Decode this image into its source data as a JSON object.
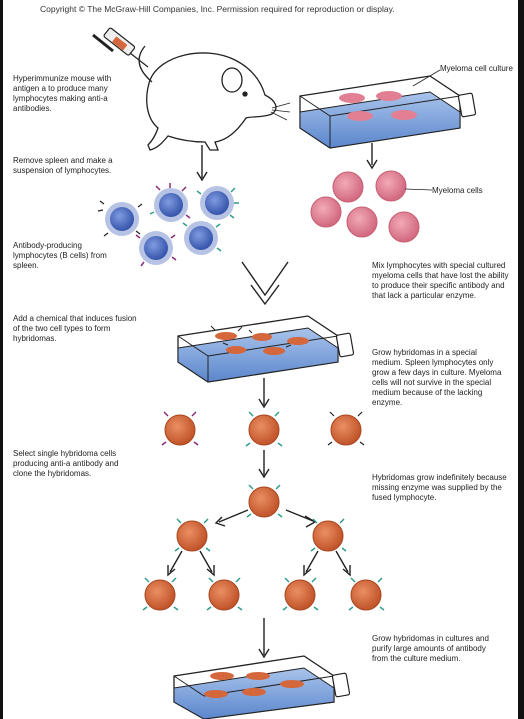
{
  "copyright": "Copyright © The McGraw-Hill Companies, Inc. Permission required for reproduction or display.",
  "steps": {
    "hyperimmunize": "Hyperimmunize mouse with antigen a to produce many lymphocytes making anti-a antibodies.",
    "remove_spleen": "Remove spleen and make a suspension of lymphocytes.",
    "b_cells": "Antibody-producing lymphocytes (B cells) from spleen.",
    "mix": "Mix lymphocytes with special cultured myeloma cells that have lost the ability to produce their specific antibody and that lack a particular enzyme.",
    "add_chemical": "Add a chemical that induces fusion of the two cell types to form hybridomas.",
    "grow_special": "Grow hybridomas in a special medium. Spleen lymphocytes only grow a few days in culture. Myeloma cells will not survive in the special medium because of the lacking enzyme.",
    "select_clone": "Select single hybridoma cells producing anti-a antibody and clone the hybridomas.",
    "grow_indefinitely": "Hybridomas grow indefinitely because missing enzyme was supplied by the fused lymphocyte.",
    "purify": "Grow hybridomas in cultures and purify large amounts of antibody from the culture medium."
  },
  "labels": {
    "myeloma_culture": "Myeloma cell culture",
    "myeloma_cells": "Myeloma cells"
  },
  "colors": {
    "lymphocyte": "#4a6fc4",
    "lymphocyte_halo": "#b7c3e4",
    "myeloma": "#e27f93",
    "hybridoma": "#d4673c",
    "medium": "#6f99d6",
    "antibody_green": "#2f9e8a",
    "antibody_purple": "#8a2a7a"
  }
}
